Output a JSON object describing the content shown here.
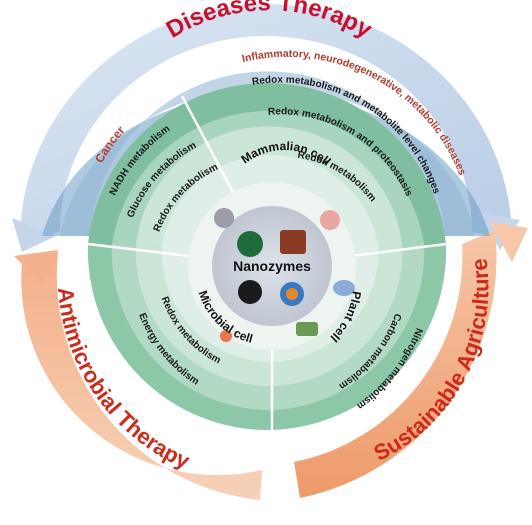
{
  "center": {
    "label": "Nanozymes"
  },
  "outer_arcs": {
    "diseases": "Diseases Therapy",
    "agriculture": "Sustainable Agriculture",
    "antimicrobial": "Antimicrobial Therapy"
  },
  "sectors": {
    "mammalian": {
      "cell": "Mammalian cell",
      "disease_inflammatory": "Inflammatory, neurodegenerative, metabolic diseases",
      "disease_cancer": "Cancer",
      "ring_1": "Redox metabolism and metabolite level changes",
      "ring_2": "Redox metabolism and proteostasis",
      "ring_3": "Redox metabolism",
      "cancer_1": "NADH metabolism",
      "cancer_2": "Glucose metabolism",
      "cancer_3": "Redox metabolism"
    },
    "plant": {
      "cell": "Plant cell",
      "ring_1": "Nitrogen metabolism",
      "ring_2": "Carbon metabolism"
    },
    "microbial": {
      "cell": "Microbial cell",
      "ring_1": "Energy metabolism",
      "ring_2": "Redox metabolism"
    }
  },
  "colors": {
    "diseases_title": "#c8102e",
    "cancer_text": "#c0392b",
    "inflammatory_text": "#b03a2e",
    "agriculture_title": "#cc2a1a",
    "antimicrobial_title": "#cc2a1a",
    "blue_band": "#c6d6ea",
    "ring_outer_green": "#7fbf9f",
    "ring_mid_green": "#a8d5bd",
    "ring_inner_green": "#cbe6d6",
    "ring_pale": "#dfeee6",
    "center_grey": "#c9cfd8"
  }
}
